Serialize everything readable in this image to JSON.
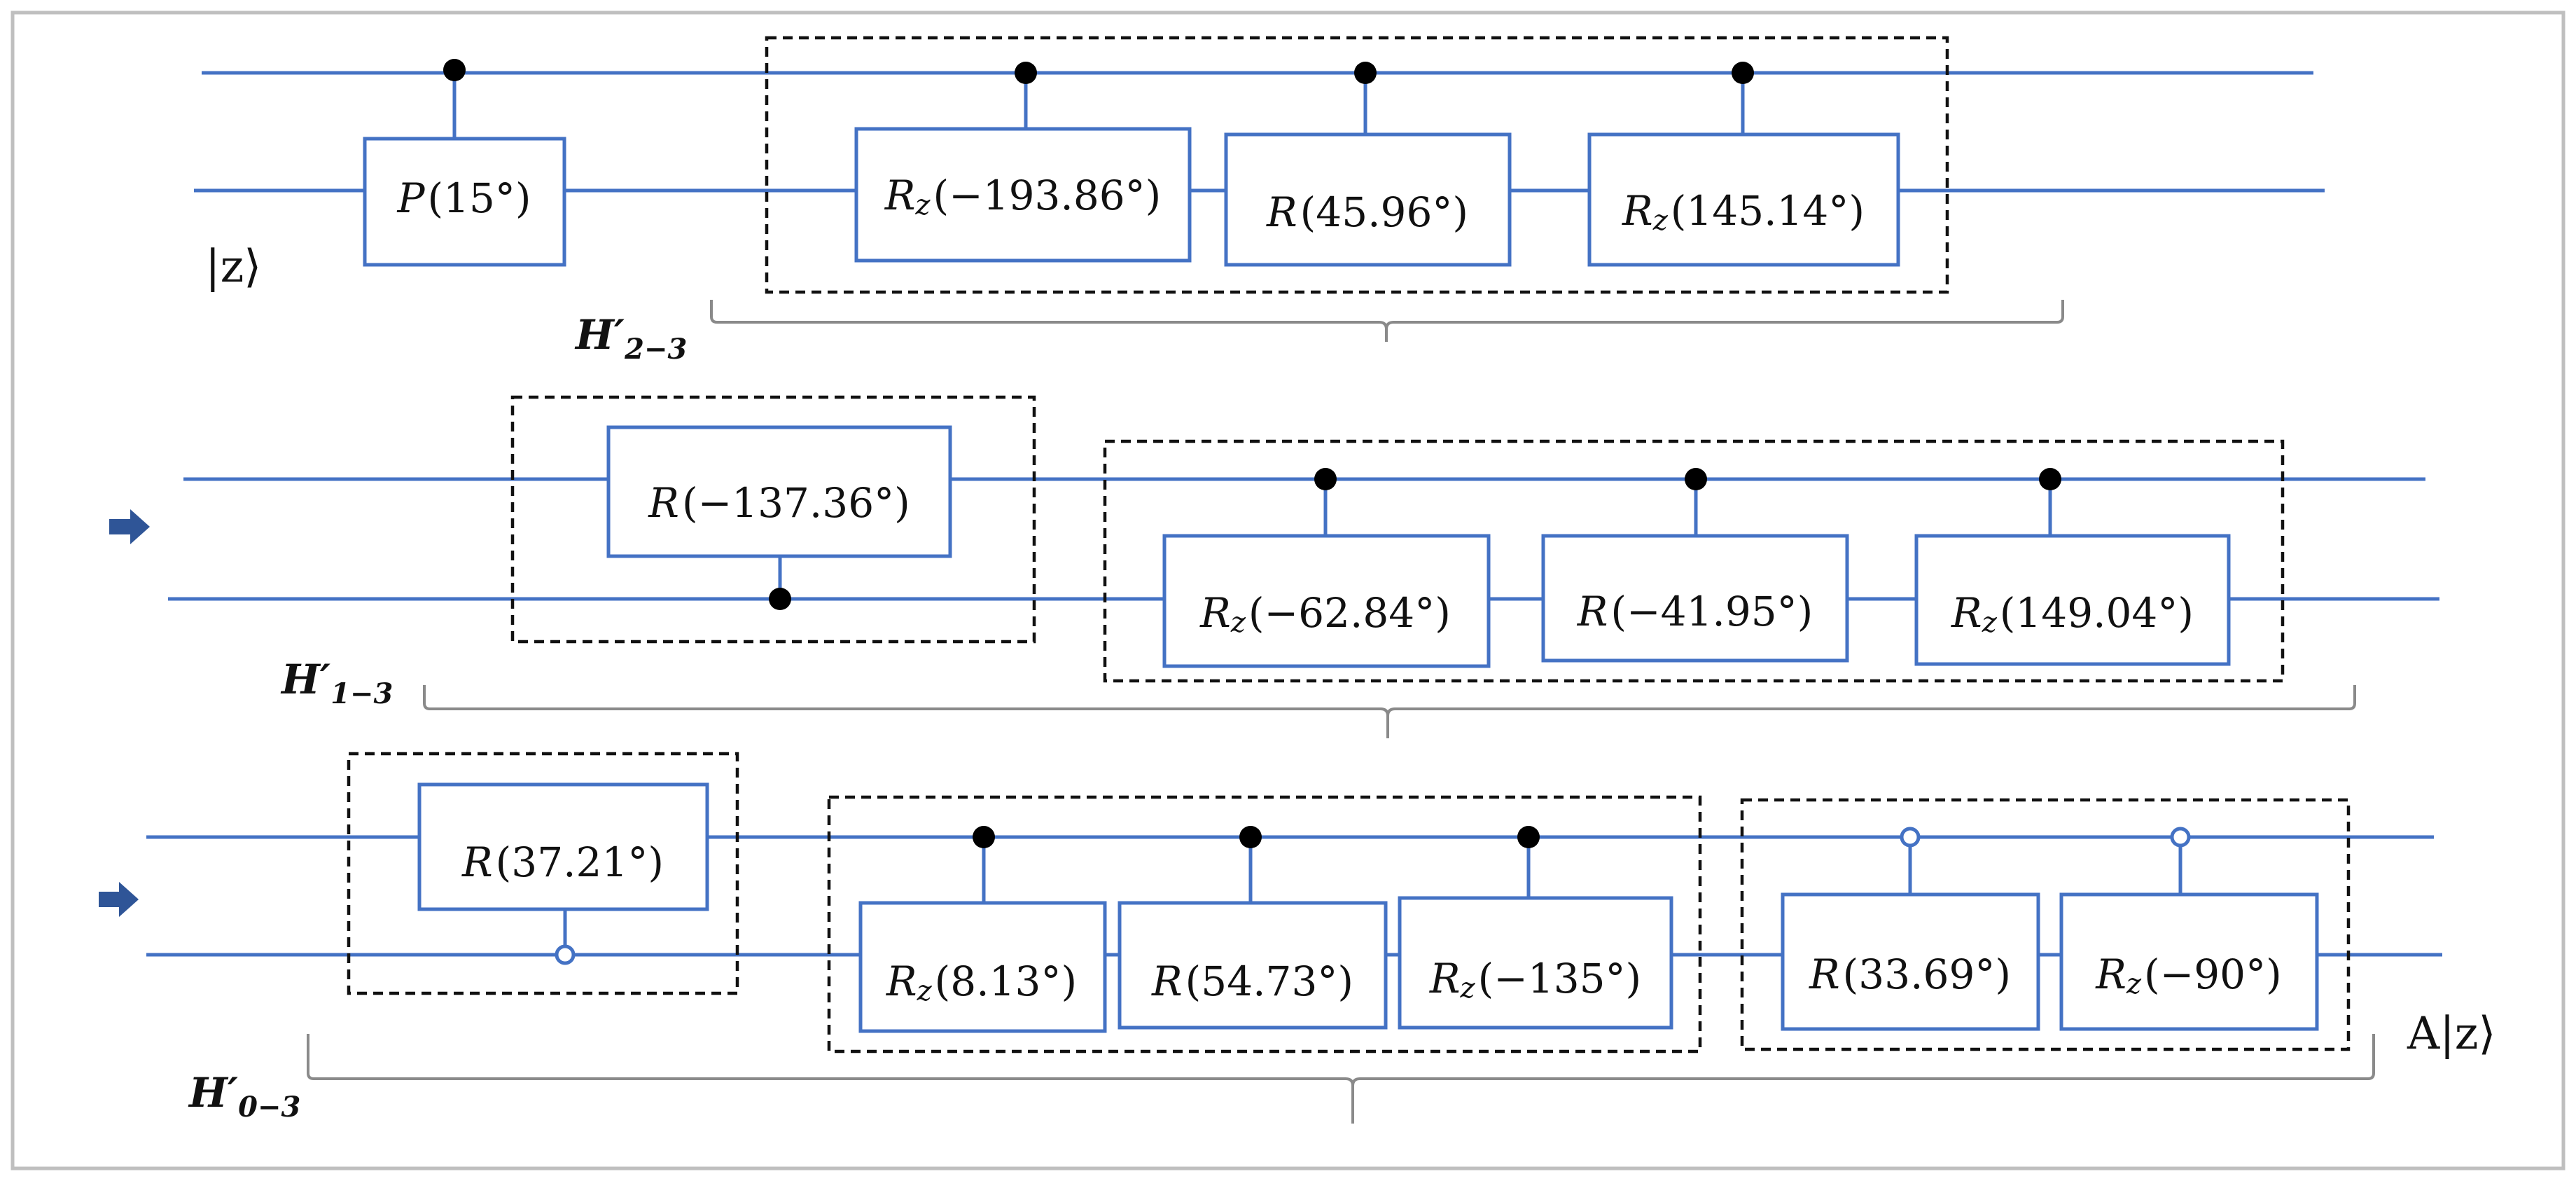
{
  "colors": {
    "wire": "#4472c4",
    "arrow": "#2f5597"
  },
  "input_label": "|z⟩",
  "output_label": "A|z⟩",
  "arrow_icon": "right-arrow",
  "rows": [
    {
      "block_label": {
        "main": "H′",
        "sub": "2−3"
      },
      "gates": [
        {
          "prefix": "P",
          "subscript": "",
          "angle": "(15°)"
        },
        {
          "prefix": "R",
          "subscript": "z",
          "angle": "(−193.86°)"
        },
        {
          "prefix": "R",
          "subscript": "",
          "angle": "(45.96°)"
        },
        {
          "prefix": "R",
          "subscript": "z",
          "angle": "(145.14°)"
        }
      ]
    },
    {
      "block_label": {
        "main": "H′",
        "sub": "1−3"
      },
      "gates": [
        {
          "prefix": "R",
          "subscript": "",
          "angle": "(−137.36°)"
        },
        {
          "prefix": "R",
          "subscript": "z",
          "angle": "(−62.84°)"
        },
        {
          "prefix": "R",
          "subscript": "",
          "angle": "(−41.95°)"
        },
        {
          "prefix": "R",
          "subscript": "z",
          "angle": "(149.04°)"
        }
      ]
    },
    {
      "block_label": {
        "main": "H′",
        "sub": "0−3"
      },
      "gates": [
        {
          "prefix": "R",
          "subscript": "",
          "angle": "(37.21°)"
        },
        {
          "prefix": "R",
          "subscript": "z",
          "angle": "(8.13°)"
        },
        {
          "prefix": "R",
          "subscript": "",
          "angle": "(54.73°)"
        },
        {
          "prefix": "R",
          "subscript": "z",
          "angle": "(−135°)"
        },
        {
          "prefix": "R",
          "subscript": "",
          "angle": "(33.69°)"
        },
        {
          "prefix": "R",
          "subscript": "z",
          "angle": "(−90°)"
        }
      ]
    }
  ]
}
